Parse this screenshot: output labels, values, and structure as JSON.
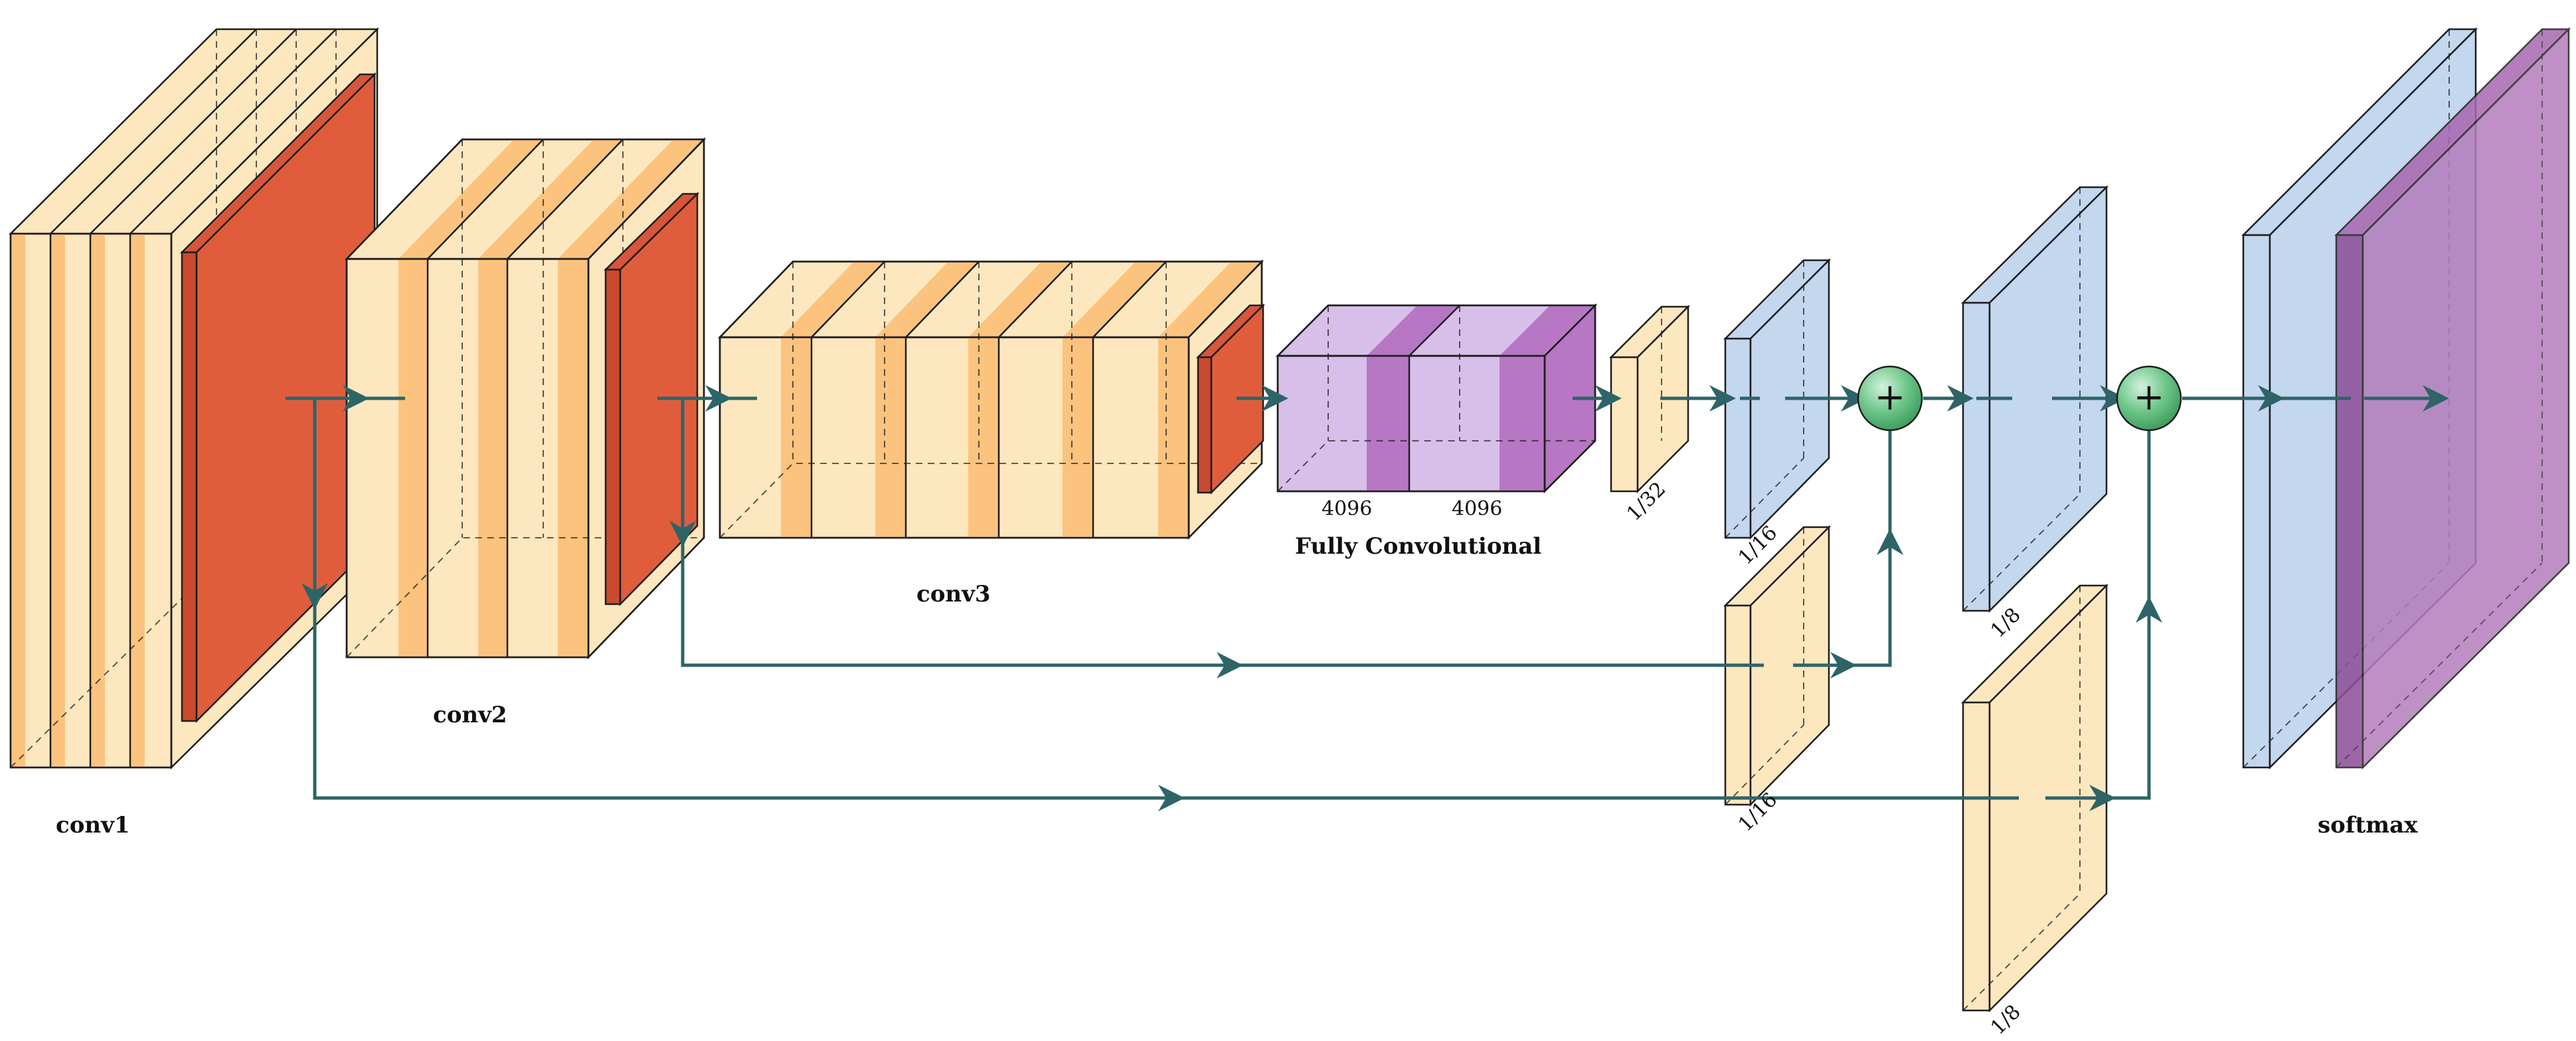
{
  "diagram": {
    "labels": {
      "conv1": "conv1",
      "conv2": "conv2",
      "conv3": "conv3",
      "fc": "Fully Convolutional",
      "fc_dim_1": "4096",
      "fc_dim_2": "4096",
      "scale_32": "1/32",
      "scale_16a": "1/16",
      "scale_16b": "1/16",
      "scale_8a": "1/8",
      "scale_8b": "1/8",
      "softmax": "softmax"
    },
    "operators": {
      "sum_1": "+",
      "sum_2": "+"
    },
    "colors": {
      "conv_light": "#FDE7BE",
      "conv_stripe": "#FBC37E",
      "pool": "#E05D3C",
      "fc_light": "#D8BFEA",
      "fc_stripe": "#B777C4",
      "score_blue": "#C3D7EE",
      "softmax_purple": "#A767B0",
      "sum_node": "#5DBE78",
      "connection": "#2E6467"
    }
  }
}
